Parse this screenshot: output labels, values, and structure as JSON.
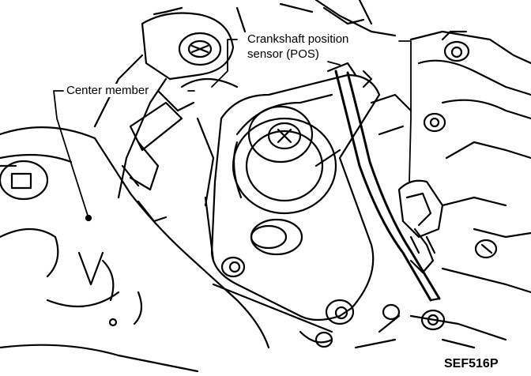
{
  "labels": {
    "crankshaft_sensor_line1": "Crankshaft position",
    "crankshaft_sensor_line2": "sensor (POS)",
    "center_member": "Center member",
    "figure_code": "SEF516P"
  },
  "colors": {
    "ink": "#000000",
    "paper": "#ffffff"
  }
}
